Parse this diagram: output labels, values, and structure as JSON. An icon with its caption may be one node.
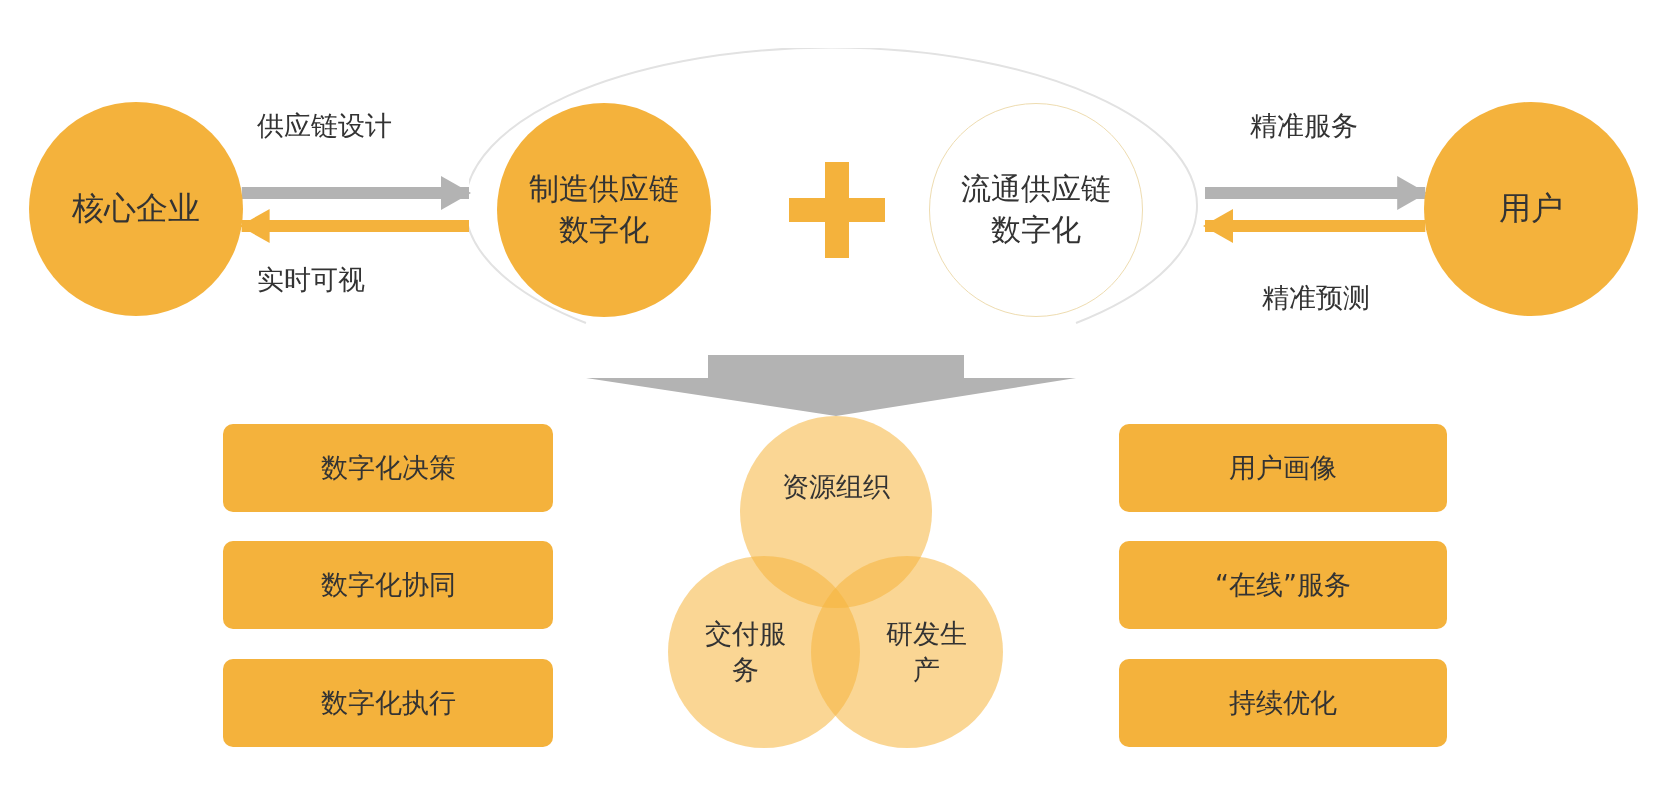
{
  "diagram": {
    "nodes": [
      {
        "text": [
          "核心企业"
        ]
      },
      {
        "text": [],
        "shape": "ellipse"
      },
      {
        "text": [
          "制造供应链数字化"
        ],
        "in": 1
      },
      {
        "text": [
          "流通供应链数字化"
        ],
        "in": 1
      },
      {
        "text": [
          "用户"
        ]
      },
      {
        "text": [
          "数字化决策"
        ]
      },
      {
        "text": [
          "资源组织"
        ]
      },
      {
        "text": [
          "用户画像"
        ]
      },
      {
        "text": [
          "数字化协同"
        ]
      },
      {
        "text": [
          "交付服务"
        ]
      },
      {
        "text": [
          "研发生产"
        ]
      },
      {
        "text": [
          "“在线”服务"
        ]
      },
      {
        "text": [
          "数字化执行"
        ]
      },
      {
        "text": [
          "持续优化"
        ]
      }
    ],
    "edges": [
      {
        "from": 0,
        "to": 1,
        "arrow": "to",
        "label": "供应链设计"
      },
      {
        "from": 1,
        "to": 0,
        "arrow": "to",
        "label": "实时可视",
        "color": "#f4b23c"
      },
      {
        "from": 1,
        "to": 4,
        "arrow": "to",
        "label": "精准服务"
      },
      {
        "from": 4,
        "to": 1,
        "arrow": "to",
        "label": "精准预测",
        "color": "#f4b23c"
      },
      {
        "from": 1,
        "to": 6,
        "arrow": "to",
        "style": "thick"
      }
    ]
  }
}
